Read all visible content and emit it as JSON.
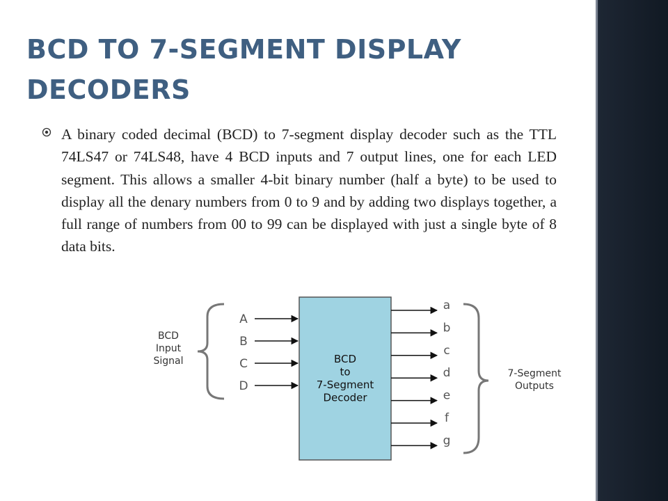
{
  "slide": {
    "title": "BCD to 7-Segment Display Decoders",
    "bullet_icon": "circled-dot-icon",
    "bullet_text": "A binary coded decimal (BCD) to 7-segment display decoder such as the TTL 74LS47 or 74LS48, have 4 BCD inputs and 7 output lines, one for each LED segment. This allows a smaller 4-bit binary number (half a byte) to be used to display all the denary numbers from 0 to 9 and by adding two displays together, a full range of numbers from 00 to 99 can be displayed with just a single byte of 8 data bits."
  },
  "diagram": {
    "input_group_label": [
      "BCD",
      "Input",
      "Signal"
    ],
    "inputs": [
      "A",
      "B",
      "C",
      "D"
    ],
    "decoder_label": [
      "BCD",
      "to",
      "7-Segment",
      "Decoder"
    ],
    "outputs": [
      "a",
      "b",
      "c",
      "d",
      "e",
      "f",
      "g"
    ],
    "output_group_label": [
      "7-Segment",
      "Outputs"
    ],
    "colors": {
      "decoder_fill": "#9fd3e2",
      "line": "#111111",
      "brace": "#777777",
      "title": "#3f5f81",
      "sidebar": "#1d2633"
    }
  }
}
